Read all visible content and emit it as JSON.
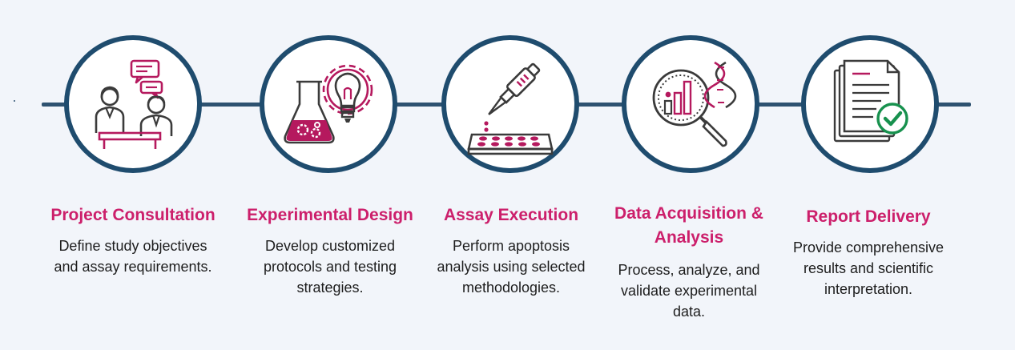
{
  "steps": [
    {
      "title": "Project Consultation",
      "desc_lines": [
        "Define study objectives",
        "and assay requirements."
      ],
      "icon": "consultation-icon"
    },
    {
      "title": "Experimental Design",
      "desc_lines": [
        "Develop customized",
        "protocols and testing",
        "strategies."
      ],
      "icon": "flask-lightbulb-gear-icon"
    },
    {
      "title": "Assay Execution",
      "desc_lines": [
        "Perform apoptosis",
        "analysis using selected",
        "methodologies."
      ],
      "icon": "pipette-well-plate-icon"
    },
    {
      "title_lines": [
        "Data Acquisition &",
        "Analysis"
      ],
      "desc_lines": [
        "Process, analyze, and",
        "validate experimental",
        "data."
      ],
      "icon": "magnifier-chart-dna-icon"
    },
    {
      "title": "Report Delivery",
      "desc_lines": [
        "Provide comprehensive",
        "results and scientific",
        "interpretation."
      ],
      "icon": "document-check-icon"
    }
  ],
  "colors": {
    "accent": "#cc1f6b",
    "navy": "#1f4c6e",
    "line": "#2e5270",
    "text": "#1d1d1d",
    "background": "#f2f5fa"
  }
}
